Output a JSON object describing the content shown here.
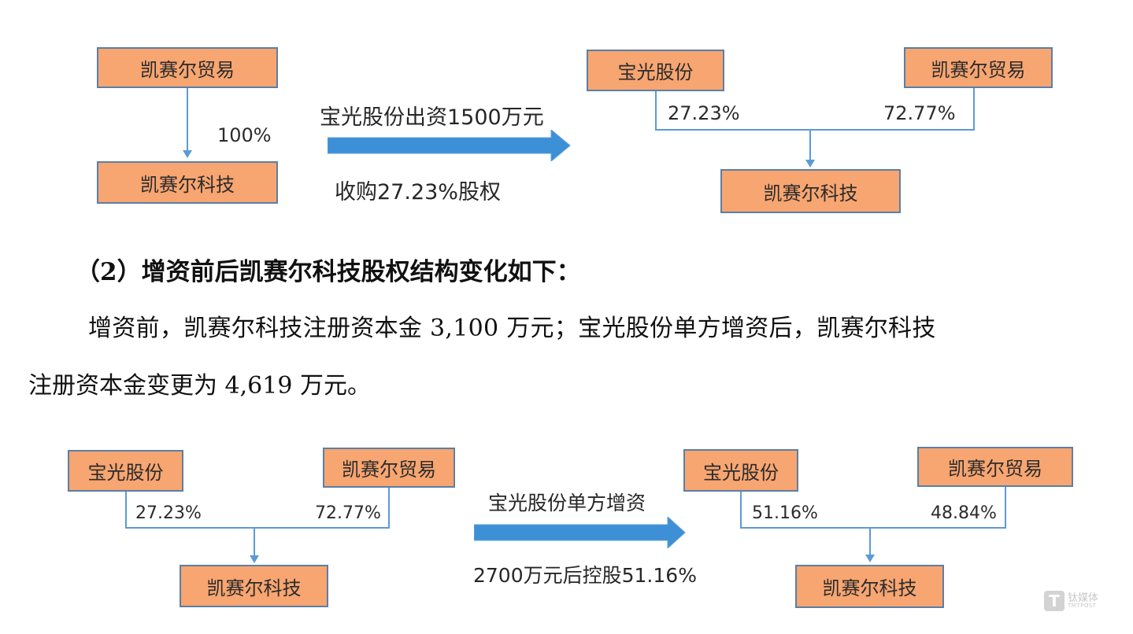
{
  "diagram1": {
    "before": {
      "parent": "凯赛尔贸易",
      "child": "凯赛尔科技",
      "pct": "100%"
    },
    "transition": {
      "top_label": "宝光股份出资1500万元",
      "bottom_label": "收购27.23%股权"
    },
    "after": {
      "left_parent": "宝光股份",
      "right_parent": "凯赛尔贸易",
      "child": "凯赛尔科技",
      "left_pct": "27.23%",
      "right_pct": "72.77%"
    }
  },
  "document": {
    "heading": "（2）增资前后凯赛尔科技股权结构变化如下：",
    "paragraph_line1": "增资前，凯赛尔科技注册资本金 3,100 万元；宝光股份单方增资后，凯赛尔科技",
    "paragraph_line2": "注册资本金变更为 4,619 万元。"
  },
  "diagram2": {
    "before": {
      "left_parent": "宝光股份",
      "right_parent": "凯赛尔贸易",
      "child": "凯赛尔科技",
      "left_pct": "27.23%",
      "right_pct": "72.77%"
    },
    "transition": {
      "top_label": "宝光股份单方增资",
      "bottom_label": "2700万元后控股51.16%"
    },
    "after": {
      "left_parent": "宝光股份",
      "right_parent": "凯赛尔贸易",
      "child": "凯赛尔科技",
      "left_pct": "51.16%",
      "right_pct": "48.84%"
    }
  },
  "watermark": {
    "logo_glyph": "T",
    "name_cn": "钛媒体",
    "name_en": "TMTPOST"
  },
  "colors": {
    "box_fill": "#f7a571",
    "box_border": "#5b7fa6",
    "connector": "#5b9bd5",
    "arrow": "#3d8fd6"
  }
}
